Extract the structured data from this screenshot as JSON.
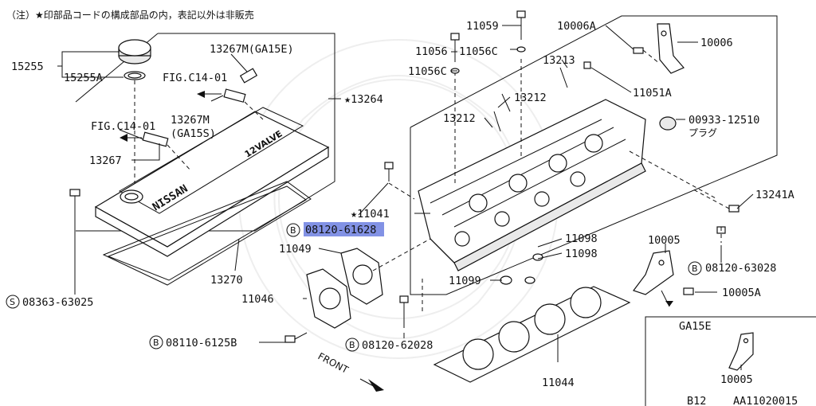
{
  "note": "（注）★印部品コードの構成部品の内，表記以外は非販売",
  "labels": {
    "p15255": "15255",
    "p15255a": "15255A",
    "p13267m_ga15e": "13267M(GA15E)",
    "fig_c14_01_top": "FIG.C14-01",
    "p13267m_ga15s_1": "13267M",
    "p13267m_ga15s_2": "(GA15S)",
    "fig_c14_01_bottom": "FIG.C14-01",
    "p13267": "13267",
    "p13264": "★13264",
    "p13270": "13270",
    "p08363": "08363-63025",
    "p11059": "11059",
    "p11056": "11056",
    "p11056c_r": "11056C",
    "p11056c_l": "11056C",
    "p10006a": "10006A",
    "p10006": "10006",
    "p13213": "13213",
    "p11051a": "11051A",
    "p13212_r": "13212",
    "p13212_l": "13212",
    "p00933": "00933-12510",
    "plug": "プラグ",
    "p13241a": "13241A",
    "p11041": "★11041",
    "p08120_61628": "08120-61628",
    "p11049": "11049",
    "p11098_a": "11098",
    "p11098_b": "11098",
    "p10005": "10005",
    "p08120_63028": "08120-63028",
    "p11099": "11099",
    "p10005a": "10005A",
    "p11046": "11046",
    "p08110": "08110-6125B",
    "p08120_62028": "08120-62028",
    "p11044": "11044",
    "front": "FRONT",
    "ga15e": "GA15E",
    "p10005_inset": "10005",
    "model": "B12",
    "code": "AA11020015",
    "b_mark": "B",
    "s_mark": "S",
    "cover_brand": "NISSAN",
    "cover_valve": "12VALVE"
  },
  "colors": {
    "highlight": "#6c7fe0",
    "ink": "#111111",
    "watermark": "#cfcfcf"
  }
}
